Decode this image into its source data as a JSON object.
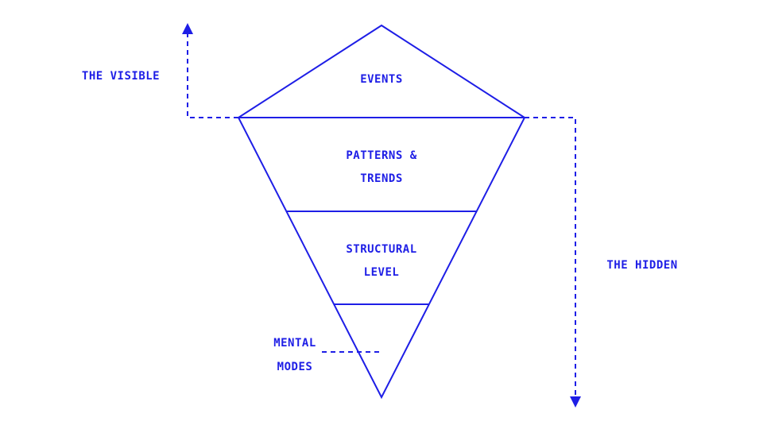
{
  "colors": {
    "ink": "#1e1ee6",
    "background": "#ffffff"
  },
  "labels": {
    "visible": "THE VISIBLE",
    "hidden": "THE HIDDEN",
    "events": "EVENTS",
    "patterns_line1": "PATTERNS &",
    "patterns_line2": "TRENDS",
    "structural_line1": "STRUCTURAL",
    "structural_line2": "LEVEL",
    "mental_line1": "MENTAL",
    "mental_line2": "MODES"
  }
}
